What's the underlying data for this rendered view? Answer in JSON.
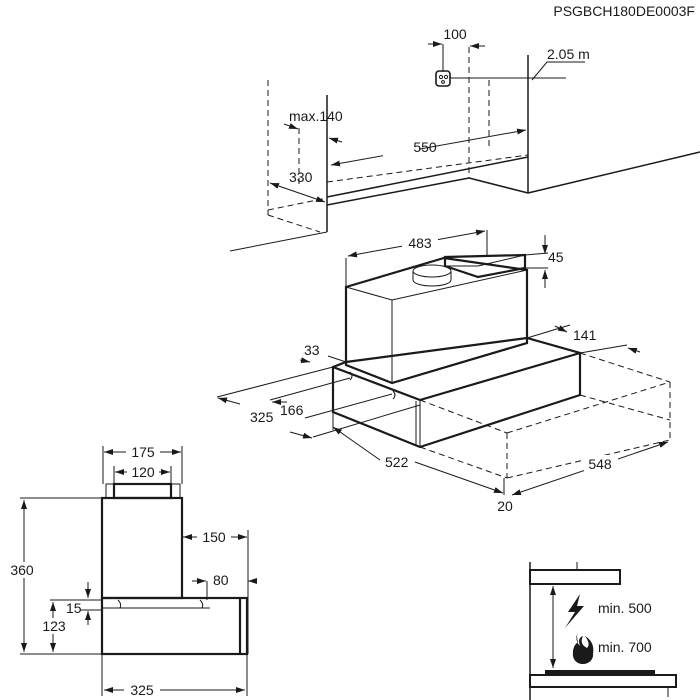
{
  "code": "PSGBCH180DE0003F",
  "installation": {
    "socket_offset": "100",
    "socket_height": "2.05 m",
    "max_depth": "max.140",
    "width": "550",
    "depth": "330"
  },
  "hood_iso": {
    "top_width": "483",
    "top_height": "45",
    "back_offset": "141",
    "front_offset": "33",
    "depth_total": "325",
    "depth_inner": "166",
    "width": "522",
    "extended_width": "548",
    "front_thickness": "20"
  },
  "side_view": {
    "cap_outer": "175",
    "cap_inner": "120",
    "height": "360",
    "body_offset": "150",
    "rail_offset": "80",
    "rail_height": "15",
    "drawer_height": "123",
    "depth": "325"
  },
  "clearance": {
    "electric": "min. 500",
    "gas": "min. 700"
  },
  "icons": [
    "electric-lightning-icon",
    "gas-flame-icon",
    "socket-icon"
  ]
}
